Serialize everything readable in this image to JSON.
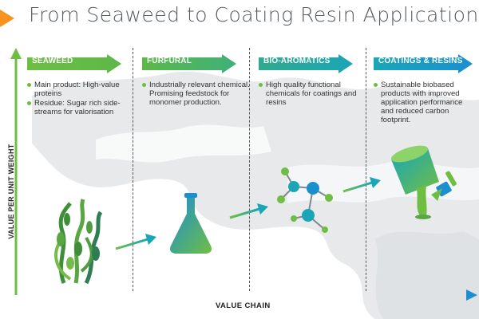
{
  "title": "From Seaweed to Coating Resin Applications",
  "axes": {
    "y_label": "VALUE PER UNIT WEIGHT",
    "x_label": "VALUE CHAIN"
  },
  "colors": {
    "green": "#6fbe44",
    "teal": "#1aa6b7",
    "blue": "#1b8fd0",
    "orange": "#f7941d"
  },
  "stages": [
    {
      "label": "SEAWEED",
      "icon": "seaweed-icon",
      "bullets": [
        "Main product: High-value proteins",
        "Residue: Sugar rich side-streams for valorisation"
      ]
    },
    {
      "label": "FURFURAL",
      "icon": "flask-icon",
      "bullets": [
        "Industrially relevant chemical. Promising feedstock for monomer production."
      ]
    },
    {
      "label": "BIO-AROMATICS",
      "icon": "molecule-icon",
      "bullets": [
        "High quality functional chemicals for coatings and resins"
      ]
    },
    {
      "label": "COATINGS & RESINS",
      "icon": "paint-bucket-icon",
      "bullets": [
        "Sustainable biobased products with improved application performance and reduced carbon footprint."
      ]
    }
  ]
}
